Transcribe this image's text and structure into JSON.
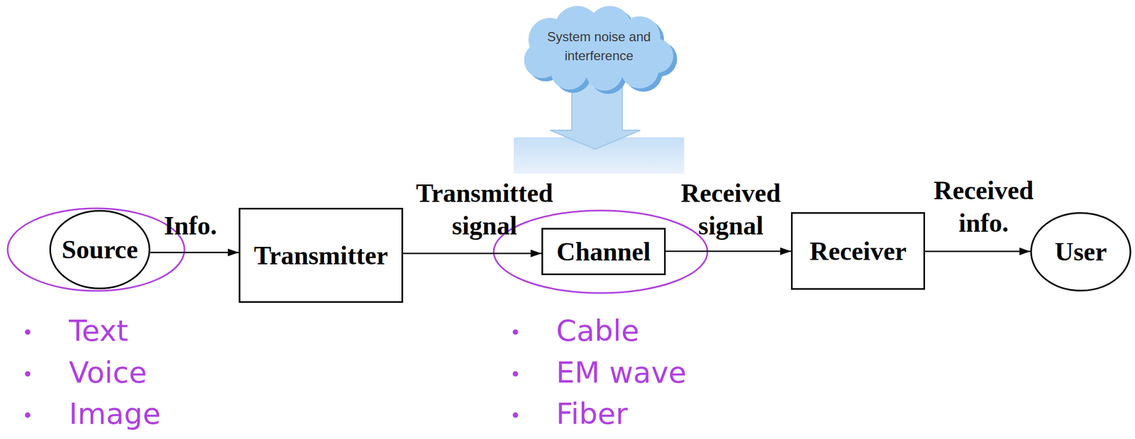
{
  "diagram": {
    "nodes": [
      {
        "text": [
          "System noise and interference"
        ]
      },
      {
        "text": [
          "Source"
        ]
      },
      {
        "text": [
          "Transmitter"
        ]
      },
      {
        "text": [
          "Channel"
        ]
      },
      {
        "text": [
          "Receiver"
        ]
      },
      {
        "text": [
          "User"
        ]
      }
    ],
    "edges": [
      {
        "from": 1,
        "to": 2,
        "label": "Info.",
        "arrow": "to"
      },
      {
        "from": 2,
        "to": 3,
        "label": "Transmitted signal",
        "arrow": "to"
      },
      {
        "from": 3,
        "to": 4,
        "label": "Received signal",
        "arrow": "to"
      },
      {
        "from": 4,
        "to": 5,
        "label": "Received info.",
        "arrow": "to"
      }
    ],
    "labels": [
      "Text",
      "Voice",
      "Image",
      "Cable",
      "EM wave",
      "Fiber"
    ]
  }
}
